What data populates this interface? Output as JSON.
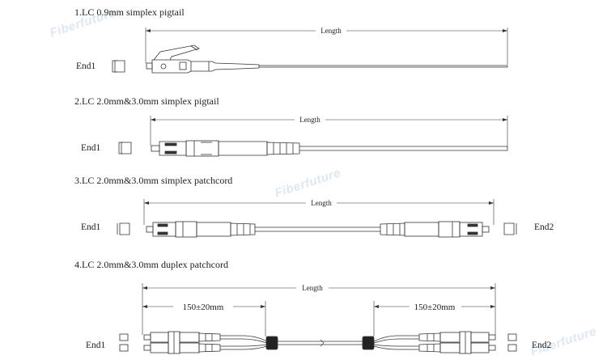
{
  "watermark": "Fiberfuture",
  "sections": [
    {
      "title": "1.LC 0.9mm simplex pigtail",
      "length_label": "Length",
      "end1": "End1"
    },
    {
      "title": "2.LC 2.0mm&3.0mm simplex pigtail",
      "length_label": "Length",
      "end1": "End1"
    },
    {
      "title": "3.LC 2.0mm&3.0mm simplex patchcord",
      "length_label": "Length",
      "end1": "End1",
      "end2": "End2"
    },
    {
      "title": "4.LC 2.0mm&3.0mm duplex patchcord",
      "length_label": "Length",
      "breakout_left": "150±20mm",
      "breakout_right": "150±20mm",
      "end1": "End1",
      "end2": "End2"
    }
  ]
}
